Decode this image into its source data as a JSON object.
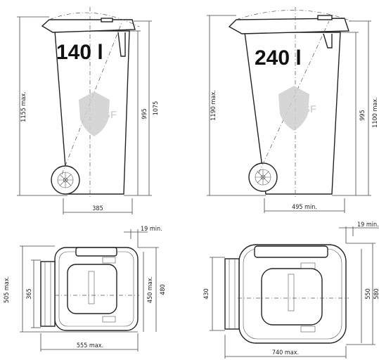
{
  "side_views": {
    "bin_140": {
      "capacity_label": "140 l",
      "height_max": "1155 max.",
      "height_body": "995",
      "height_total": "1075",
      "width": "385"
    },
    "bin_240": {
      "capacity_label": "240 l",
      "height_max": "1190 max.",
      "height_body": "995",
      "height_total": "1100 max.",
      "width": "495 min."
    }
  },
  "top_views": {
    "bin_140": {
      "offset": "19 min.",
      "depth_max": "505 max.",
      "depth_inner": "365",
      "depth_lid": "450 max.",
      "depth_body": "480",
      "length": "555 max."
    },
    "bin_240": {
      "offset": "19 min.",
      "depth_inner": "430",
      "depth_lid": "550",
      "depth_body": "580",
      "length": "740 max."
    }
  },
  "watermark": {
    "text": "ASF",
    "color": "#cfcfcf"
  },
  "colors": {
    "line": "#222222",
    "background": "#ffffff"
  }
}
